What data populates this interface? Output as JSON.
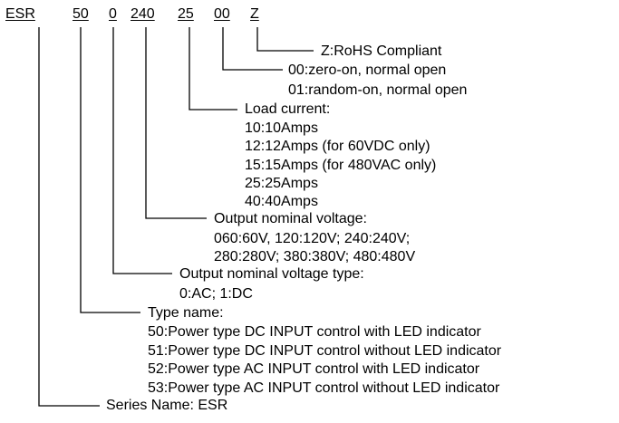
{
  "part_number": {
    "segments": [
      "ESR",
      "50",
      "0",
      "240",
      "25",
      "00",
      "Z"
    ]
  },
  "fields": {
    "rohs": {
      "lines": [
        "Z:RoHS Compliant"
      ]
    },
    "control_mode": {
      "lines": [
        "00:zero-on, normal open",
        "01:random-on, normal open"
      ]
    },
    "load_current": {
      "lines": [
        "Load current:",
        "10:10Amps",
        "12:12Amps (for 60VDC only)",
        "15:15Amps (for 480VAC only)",
        "25:25Amps",
        "40:40Amps"
      ]
    },
    "output_voltage": {
      "lines": [
        "Output nominal voltage:",
        "060:60V, 120:120V; 240:240V;",
        "280:280V; 380:380V; 480:480V"
      ]
    },
    "output_voltage_type": {
      "lines": [
        "Output nominal voltage type:",
        "0:AC; 1:DC"
      ]
    },
    "type_name": {
      "lines": [
        "Type name:",
        "50:Power type DC INPUT control with LED indicator",
        "51:Power type DC INPUT control without LED indicator",
        "52:Power type AC INPUT control with LED indicator",
        "53:Power type AC INPUT control without LED indicator"
      ]
    },
    "series_name": {
      "lines": [
        "Series Name: ESR"
      ]
    }
  }
}
